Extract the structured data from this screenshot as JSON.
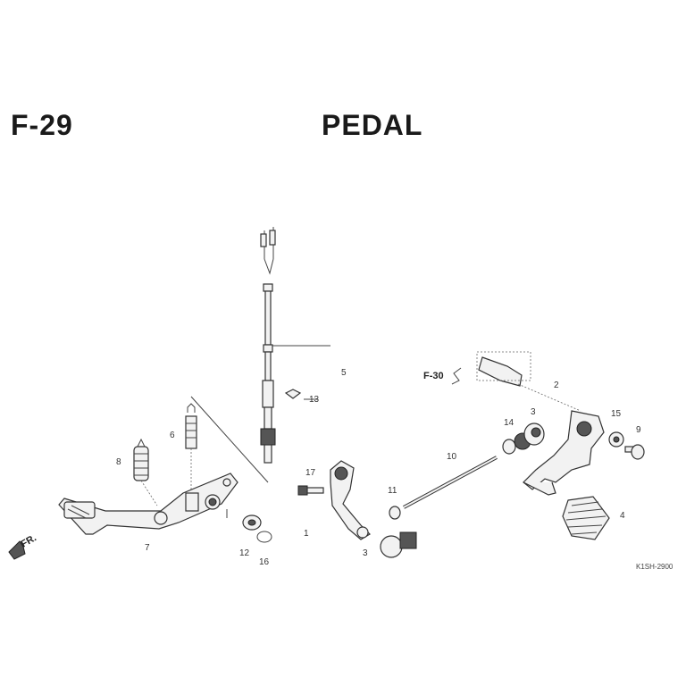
{
  "header": {
    "code": "F-29",
    "title": "PEDAL"
  },
  "reference": {
    "label": "F-30"
  },
  "direction": {
    "label": "FR."
  },
  "diagram_code": "K1SH-2900",
  "callouts": {
    "c1": "1",
    "c2": "2",
    "c3a": "3",
    "c3b": "3",
    "c4": "4",
    "c5": "5",
    "c6": "6",
    "c7": "7",
    "c8": "8",
    "c9": "9",
    "c10": "10",
    "c11": "11",
    "c12": "12",
    "c13": "13",
    "c14": "14",
    "c15": "15",
    "c16": "16",
    "c17": "17"
  }
}
